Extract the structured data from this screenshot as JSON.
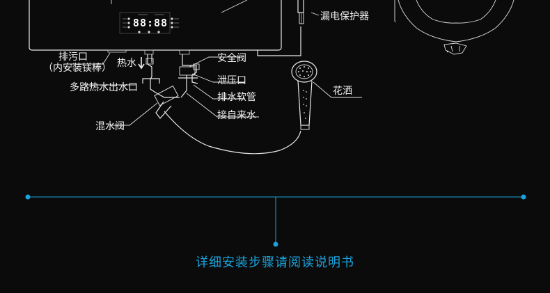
{
  "colors": {
    "background": "#0b0b0b",
    "line": "#e9e9e9",
    "accent": "#1aa3dc"
  },
  "display": {
    "digits": "88:88"
  },
  "labels": {
    "drain_outlet": "排污口",
    "drain_outlet_note": "（内安装镁棒）",
    "hot_water": "热水",
    "multi_outlet": "多路热水出水口",
    "mixing_valve": "混水阀",
    "safety_valve": "安全阀",
    "pressure_relief": "泄压口",
    "drain_hose": "排水软管",
    "tap_water": "接自来水",
    "leak_protector": "漏电保护器",
    "shower": "花洒"
  },
  "footer": {
    "caption": "详细安装步骤请阅读说明书"
  }
}
